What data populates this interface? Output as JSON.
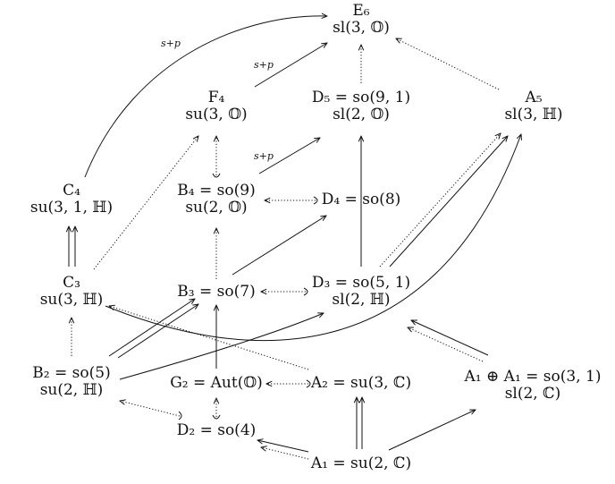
{
  "nodes": {
    "E6": {
      "line1": "E₆",
      "line2": "sl(3, 𝕆)"
    },
    "F4": {
      "line1": "F₄",
      "line2": "su(3, 𝕆)"
    },
    "D5": {
      "line1": "D₅ = so(9, 1)",
      "line2": "sl(2, 𝕆)"
    },
    "A5": {
      "line1": "A₅",
      "line2": "sl(3, ℍ)"
    },
    "C4": {
      "line1": "C₄",
      "line2": "su(3, 1, ℍ)"
    },
    "B4": {
      "line1": "B₄ = so(9)",
      "line2": "su(2, 𝕆)"
    },
    "D4": {
      "line1": "D₄ = so(8)",
      "line2": ""
    },
    "C3": {
      "line1": "C₃",
      "line2": "su(3, ℍ)"
    },
    "B3": {
      "line1": "B₃ = so(7)",
      "line2": ""
    },
    "D3": {
      "line1": "D₃ = so(5, 1)",
      "line2": "sl(2, ℍ)"
    },
    "B2": {
      "line1": "B₂ = so(5)",
      "line2": "su(2, ℍ)"
    },
    "G2": {
      "line1": "G₂ = Aut(𝕆)",
      "line2": ""
    },
    "A2": {
      "line1": "A₂ = su(3, ℂ)",
      "line2": ""
    },
    "A1A1": {
      "line1": "A₁ ⊕ A₁ = so(3, 1)",
      "line2": "sl(2, ℂ)"
    },
    "D2": {
      "line1": "D₂ = so(4)",
      "line2": ""
    },
    "A1": {
      "line1": "A₁ = su(2, ℂ)",
      "line2": ""
    }
  },
  "edge_labels": {
    "c4_e6": "s+p",
    "f4_e6": "s+p",
    "b4_d5": "s+p"
  },
  "edge_types": [
    "solid",
    "dotted",
    "double",
    "hook-dotted"
  ]
}
